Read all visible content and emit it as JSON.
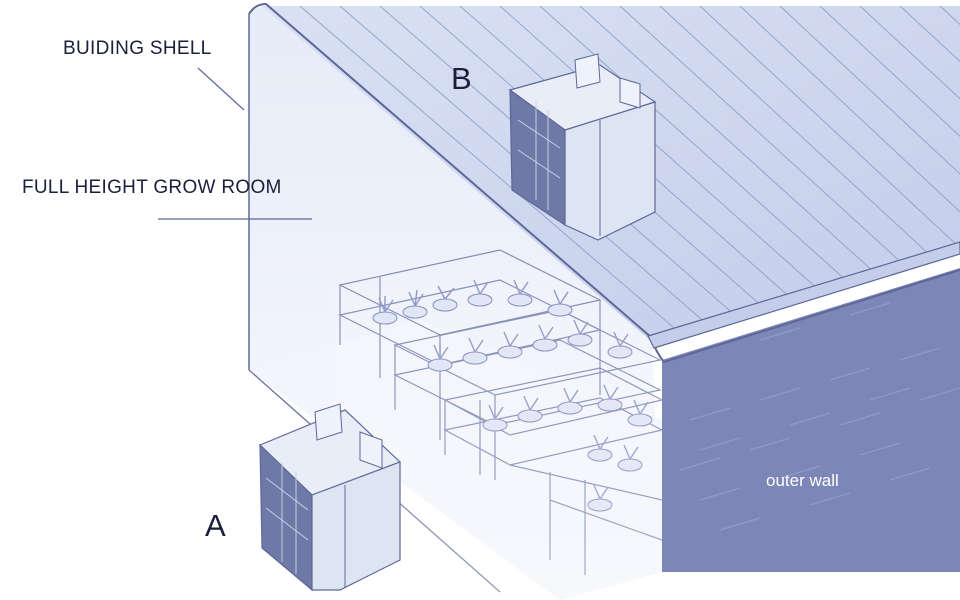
{
  "labels": {
    "building_shell": "BUIDING SHELL",
    "grow_room": "FULL HEIGHT GROW ROOM",
    "unit_a": "A",
    "unit_b": "B",
    "outer_wall": "outer wall"
  },
  "colors": {
    "roof": "#cdd7ef",
    "roof_seam": "#8e9bc6",
    "outer_wall": "#7c86b7",
    "brick_line": "#98a2cc",
    "shell_wall": "#eef2fb",
    "line": "#5e6898",
    "label_text": "#1b1f3a",
    "unit_body": "#dde4f2",
    "unit_grille": "#7d87b0",
    "plant": "#8f98c8"
  }
}
